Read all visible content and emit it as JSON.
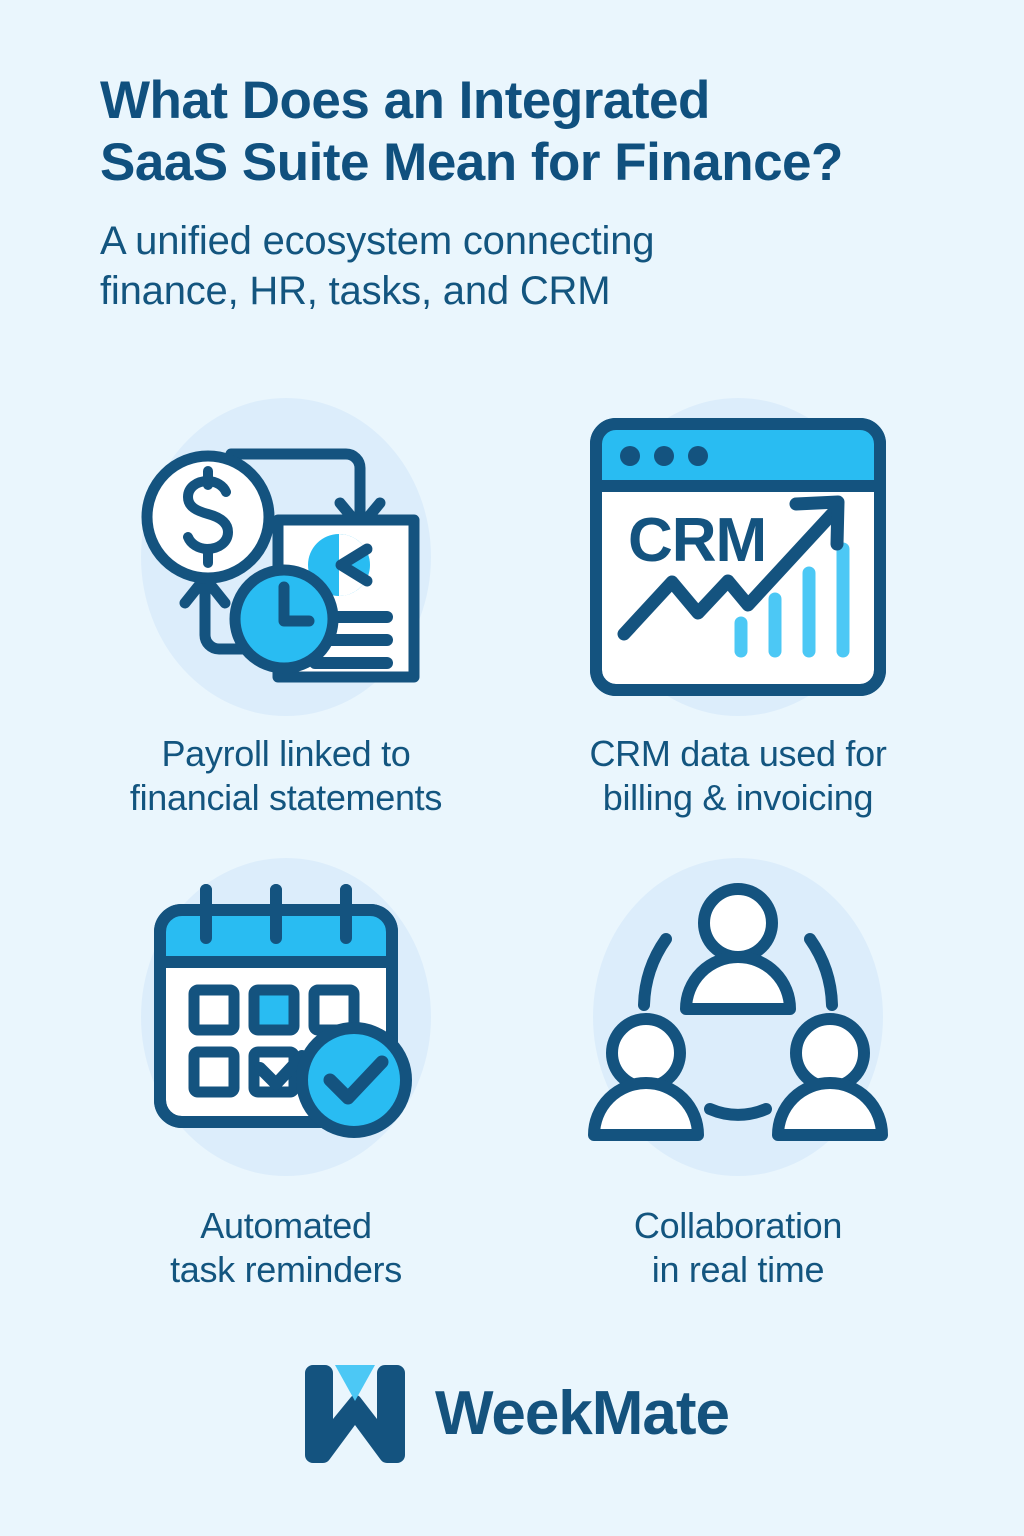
{
  "theme": {
    "background": "#eaf6fd",
    "blob": "#dcedfb",
    "navy": "#13557f",
    "navy_dark": "#10507e",
    "cyan": "#29bcf2",
    "cyan_light": "#4cc8f5",
    "white": "#ffffff"
  },
  "header": {
    "title": "What Does an Integrated SaaS Suite Mean for Finance?",
    "title_line1": "What Does an Integrated",
    "title_line2": "SaaS Suite Mean for Finance?",
    "subtitle_line1": "A unified ecosystem connecting",
    "subtitle_line2": "finance, HR, tasks, and CRM"
  },
  "cards": [
    {
      "icon": "payroll-document-clock-icon",
      "caption_line1": "Payroll linked to",
      "caption_line2": "financial statements"
    },
    {
      "icon": "crm-browser-chart-icon",
      "caption_line1": "CRM data used for",
      "caption_line2": "billing & invoicing",
      "screen_label": "CRM"
    },
    {
      "icon": "calendar-check-icon",
      "caption_line1": "Automated",
      "caption_line2": "task reminders"
    },
    {
      "icon": "collaboration-people-icon",
      "caption_line1": "Collaboration",
      "caption_line2": "in real time"
    }
  ],
  "footer": {
    "logo_mark": "weekmate-w-logo-icon",
    "brand": "WeekMate"
  }
}
